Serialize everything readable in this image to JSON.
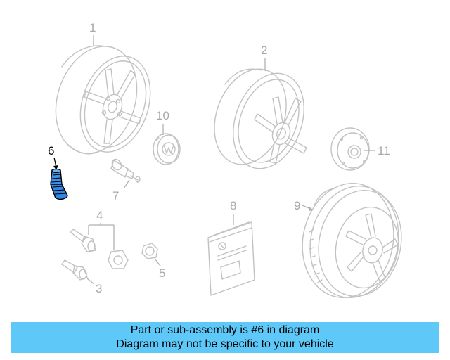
{
  "highlighted_part": "6",
  "callouts": {
    "p1": "1",
    "p2": "2",
    "p3": "3",
    "p4": "4",
    "p5": "5",
    "p6": "6",
    "p7": "7",
    "p8": "8",
    "p9": "9",
    "p10": "10",
    "p11": "11"
  },
  "colors": {
    "banner_bg": "#5ec8f8",
    "highlight": "#2f86e6",
    "part_stroke": "#c2c2c2"
  },
  "banner": {
    "line1": "Part or sub-assembly is #6 in diagram",
    "line2": "Diagram may not be specific to your vehicle"
  }
}
